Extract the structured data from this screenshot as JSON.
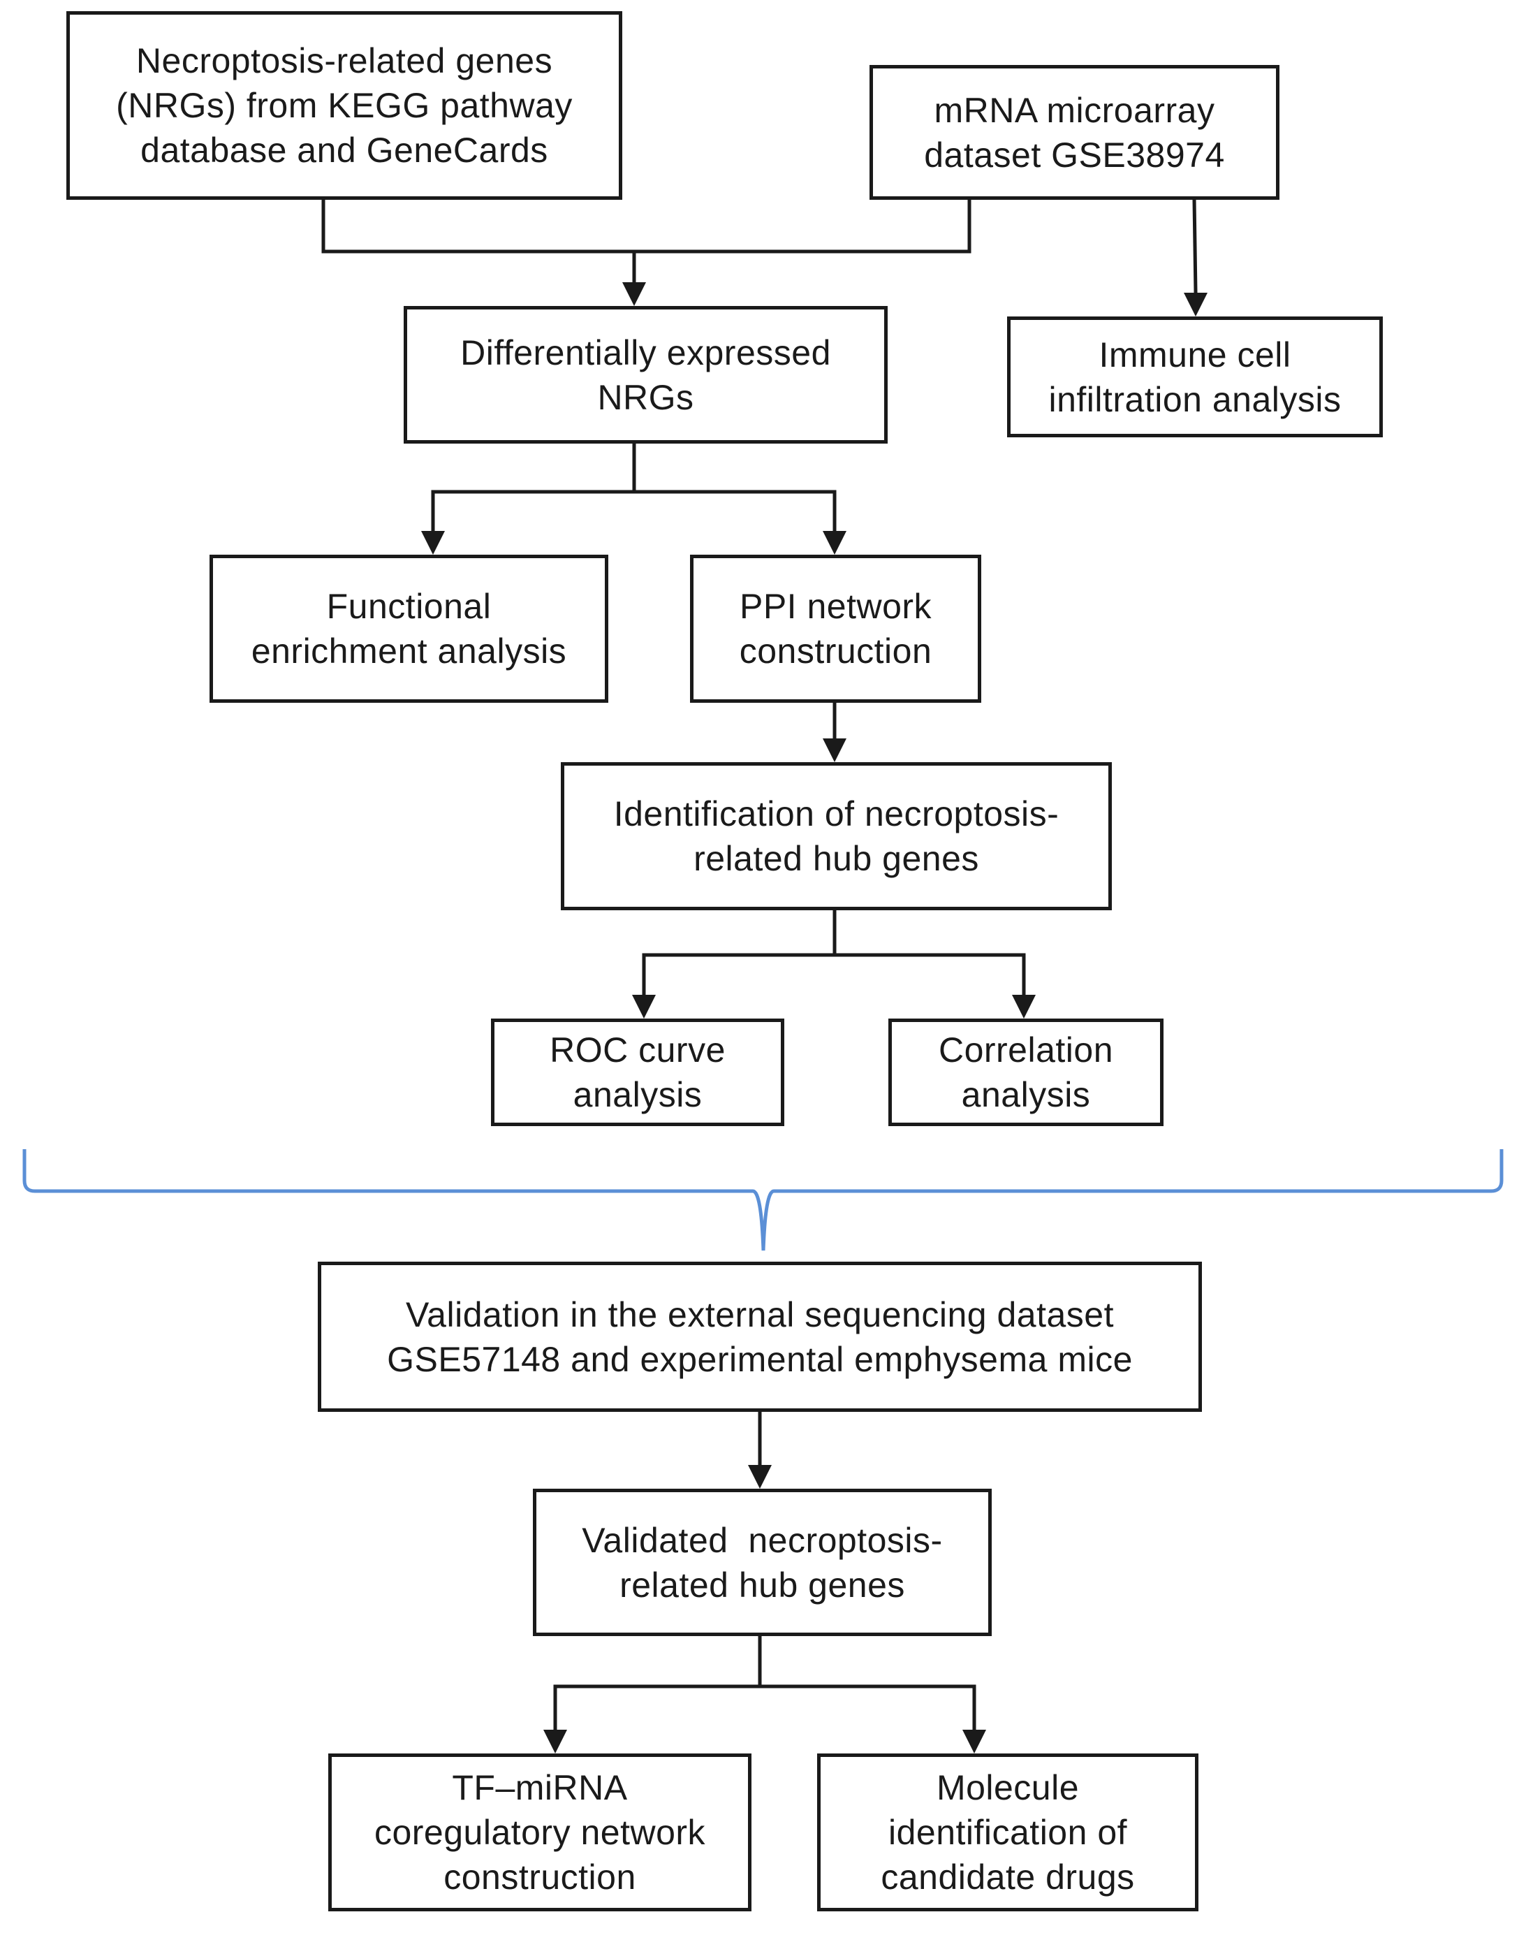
{
  "colors": {
    "ink": "#1a1a1a",
    "brace": "#5b8fd6",
    "background": "#ffffff"
  },
  "boxes": {
    "nrg_source": {
      "lines": [
        "Necroptosis-related genes",
        "(NRGs) from KEGG pathway",
        "database and GeneCards"
      ]
    },
    "mrna_dataset": {
      "lines": [
        "mRNA microarray",
        "dataset GSE38974"
      ]
    },
    "de_nrgs": {
      "lines": [
        "Differentially expressed",
        "NRGs"
      ]
    },
    "immune": {
      "lines": [
        "Immune cell",
        "infiltration analysis"
      ]
    },
    "functional": {
      "lines": [
        "Functional",
        "enrichment analysis"
      ]
    },
    "ppi": {
      "lines": [
        "PPI network",
        "construction"
      ]
    },
    "hub_id": {
      "lines": [
        "Identification of necroptosis-",
        "related hub genes"
      ]
    },
    "roc": {
      "lines": [
        "ROC curve",
        "analysis"
      ]
    },
    "correlation": {
      "lines": [
        "Correlation",
        "analysis"
      ]
    },
    "validation": {
      "lines": [
        "Validation in the external sequencing dataset",
        "GSE57148 and experimental emphysema mice"
      ]
    },
    "validated_hub": {
      "lines": [
        "Validated  necroptosis-",
        "related hub genes"
      ]
    },
    "tf_mirna": {
      "lines": [
        "TF–miRNA",
        "coregulatory network",
        "construction"
      ]
    },
    "drugs": {
      "lines": [
        "Molecule",
        "identification of",
        "candidate drugs"
      ]
    }
  }
}
